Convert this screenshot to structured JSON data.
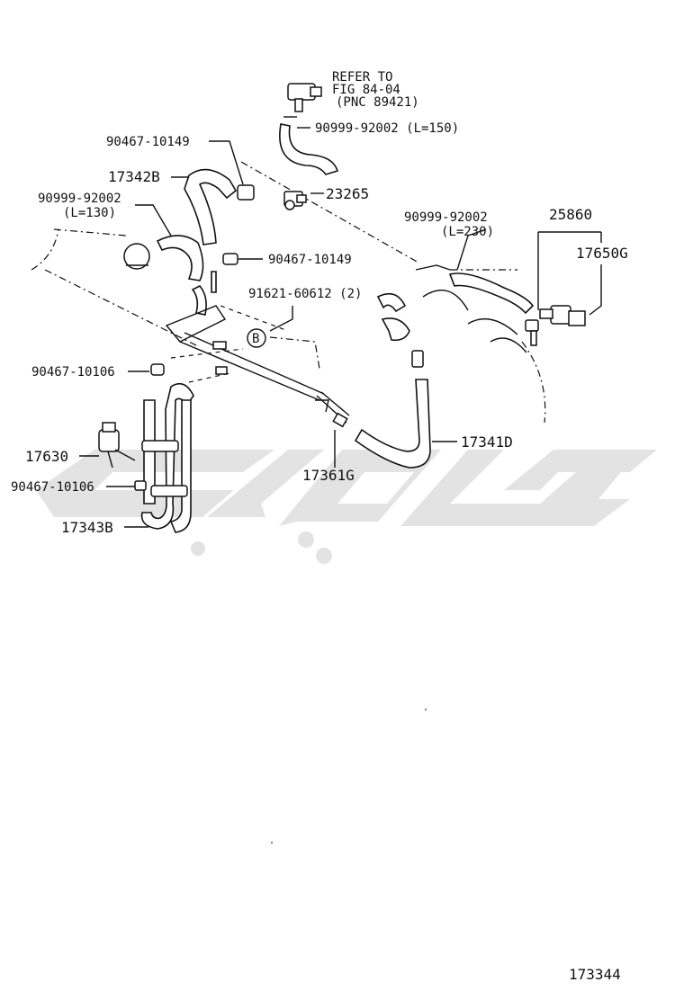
{
  "callouts": {
    "refer": [
      "REFER TO",
      "FIG 84-04",
      "(PNC 89421)"
    ],
    "hose_top": "90999-92002 (L=150)",
    "clamp_top": "90467-10149",
    "hose_17342B": "17342B",
    "hose_left_line1": "90999-92002",
    "hose_left_line2": "(L=130)",
    "sensor_23265": "23265",
    "clamp_mid": "90467-10149",
    "hose_right_line1": "90999-92002",
    "hose_right_line2": "(L=230)",
    "group_25860": "25860",
    "vsv_17650G": "17650G",
    "bolt_91621": "91621-60612 (2)",
    "ref_b": "B",
    "clamp_left": "90467-10106",
    "valve_17630": "17630",
    "clamp_lower": "90467-10106",
    "hose_17343B": "17343B",
    "pipe_17361G": "17361G",
    "hose_17341D": "17341D"
  },
  "footer": {
    "diagram_number": "173344"
  }
}
